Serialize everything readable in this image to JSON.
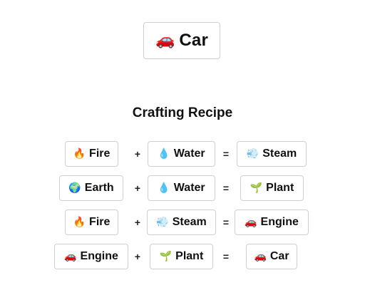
{
  "result": {
    "emoji": "🚗",
    "label": "Car"
  },
  "recipe": {
    "title": "Crafting Recipe",
    "rows": [
      {
        "a": {
          "emoji": "🔥",
          "label": "Fire"
        },
        "plus": "+",
        "b": {
          "emoji": "💧",
          "label": "Water"
        },
        "equals": "=",
        "result": {
          "emoji": "💨",
          "label": "Steam"
        }
      },
      {
        "a": {
          "emoji": "🌍",
          "label": "Earth"
        },
        "plus": "+",
        "b": {
          "emoji": "💧",
          "label": "Water"
        },
        "equals": "=",
        "result": {
          "emoji": "🌱",
          "label": "Plant"
        }
      },
      {
        "a": {
          "emoji": "🔥",
          "label": "Fire"
        },
        "plus": "+",
        "b": {
          "emoji": "💨",
          "label": "Steam"
        },
        "equals": "=",
        "result": {
          "emoji": "🚗",
          "label": "Engine"
        }
      },
      {
        "a": {
          "emoji": "🚗",
          "label": "Engine"
        },
        "plus": "+",
        "b": {
          "emoji": "🌱",
          "label": "Plant"
        },
        "equals": "=",
        "result": {
          "emoji": "🚗",
          "label": "Car"
        }
      }
    ]
  }
}
